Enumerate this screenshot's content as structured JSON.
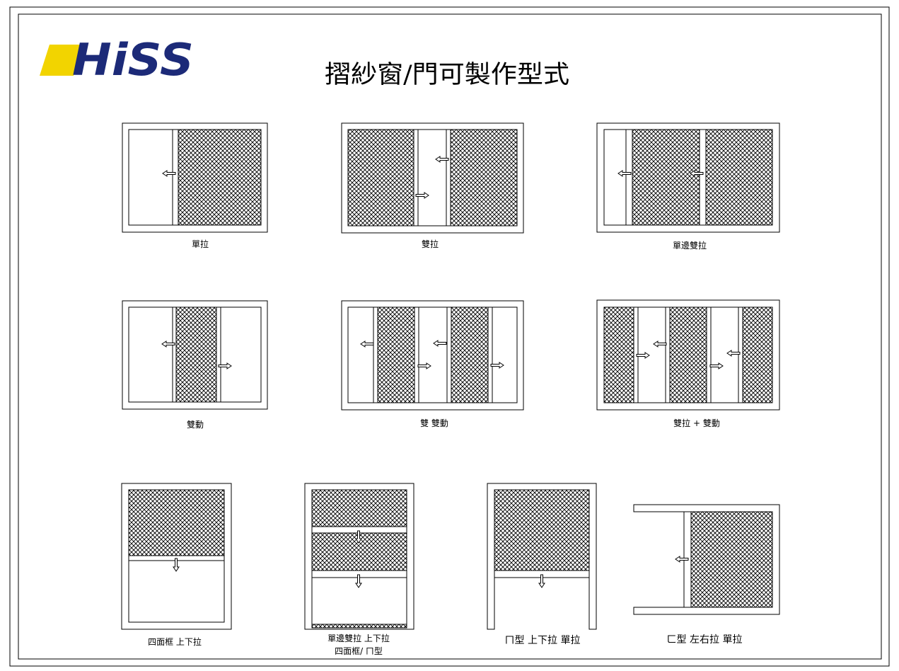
{
  "header": {
    "logo_text": "HiSS",
    "title": "摺紗窗/門可製作型式",
    "colors": {
      "logo_navy": "#1c2a78",
      "logo_yellow": "#f2d400"
    }
  },
  "diagrams": [
    {
      "id": "single-pull",
      "label": "單拉"
    },
    {
      "id": "double-pull",
      "label": "雙拉"
    },
    {
      "id": "one-side-double-pull",
      "label": "單邊雙拉"
    },
    {
      "id": "double-move",
      "label": "雙動"
    },
    {
      "id": "double-double-move",
      "label": "雙 雙動"
    },
    {
      "id": "double-pull-plus-double-move",
      "label": "雙拉 + 雙動"
    },
    {
      "id": "four-frame-up-down",
      "label": "四面框 上下拉"
    },
    {
      "id": "one-side-double-up-down",
      "label": "單邊雙拉 上下拉",
      "label2": "四面框/ ㄇ型"
    },
    {
      "id": "u-shape-up-down",
      "label": "ㄇ型 上下拉 單拉"
    },
    {
      "id": "c-shape-left-right",
      "label": "ㄈ型 左右拉 單拉"
    }
  ]
}
